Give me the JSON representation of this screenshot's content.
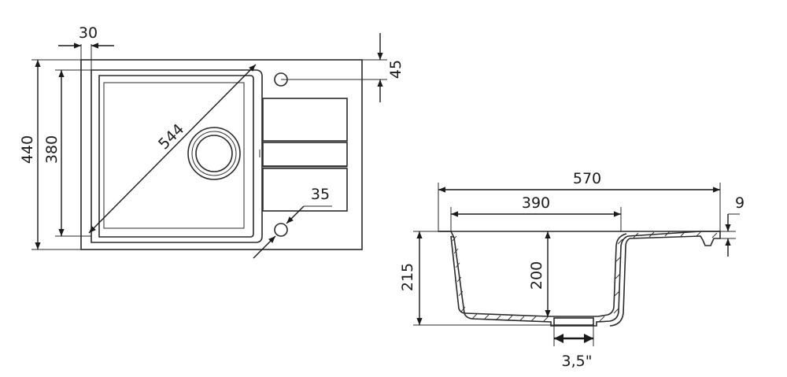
{
  "top_view": {
    "dims": {
      "rim_offset": "30",
      "overall_depth": "440",
      "bowl_depth": "380",
      "bowl_diagonal": "544",
      "tap_hole_offset": "45",
      "tap_hole_diameter": "35"
    }
  },
  "side_view": {
    "dims": {
      "overall_width": "570",
      "bowl_width": "390",
      "rim_height": "9",
      "overall_height": "215",
      "bowl_depth": "200",
      "drain_size": "3,5\""
    }
  },
  "colors": {
    "line": "#2a2a2a",
    "dimension": "#1a1a1a",
    "background": "#ffffff"
  }
}
